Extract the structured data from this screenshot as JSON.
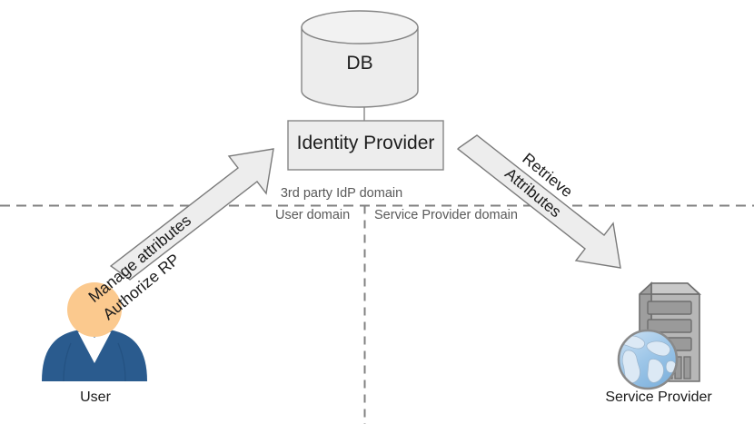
{
  "diagram": {
    "title": "Identity Provider / Service Provider trust domains",
    "background": "#ffffff",
    "colors": {
      "shape_fill": "#ededed",
      "shape_stroke": "#858585",
      "arrow_fill": "#ededed",
      "arrow_stroke": "#7a7a7a",
      "divider": "#808080",
      "text": "#1a1a1a",
      "domain_text": "#595959",
      "user_skin": "#fbc98e",
      "user_suit": "#2a5b8e",
      "user_shirt": "#ffffff",
      "user_tie": "#4a4fb0",
      "server_body": "#b3b3b3",
      "server_bay": "#9a9a9a",
      "server_led": "#cc2222",
      "globe_water": "#a8cdea",
      "globe_land": "#d9e6f2"
    }
  },
  "nodes": {
    "database": {
      "label": "DB",
      "icon": "database-cylinder-icon"
    },
    "identity_provider": {
      "label": "Identity Provider",
      "icon": "rectangle-box-icon"
    },
    "user": {
      "label": "User",
      "icon": "user-avatar-icon"
    },
    "service_provider": {
      "label": "Service Provider",
      "icon": "server-globe-icon"
    }
  },
  "domains": {
    "idp": "3rd party IdP domain",
    "user": "User domain",
    "service_provider": "Service Provider domain"
  },
  "flows": {
    "user_to_idp": {
      "line1": "Manage attributes",
      "line2": "Authorize RP",
      "direction": "user-to-identity-provider",
      "icon": "block-arrow-up-right-icon"
    },
    "idp_to_sp": {
      "line1": "Retrieve",
      "line2": "Attributes",
      "direction": "identity-provider-to-service-provider",
      "icon": "block-arrow-down-right-icon"
    }
  },
  "dividers": {
    "horizontal": "dashed-horizontal-domain-divider",
    "vertical": "dashed-vertical-domain-divider"
  }
}
